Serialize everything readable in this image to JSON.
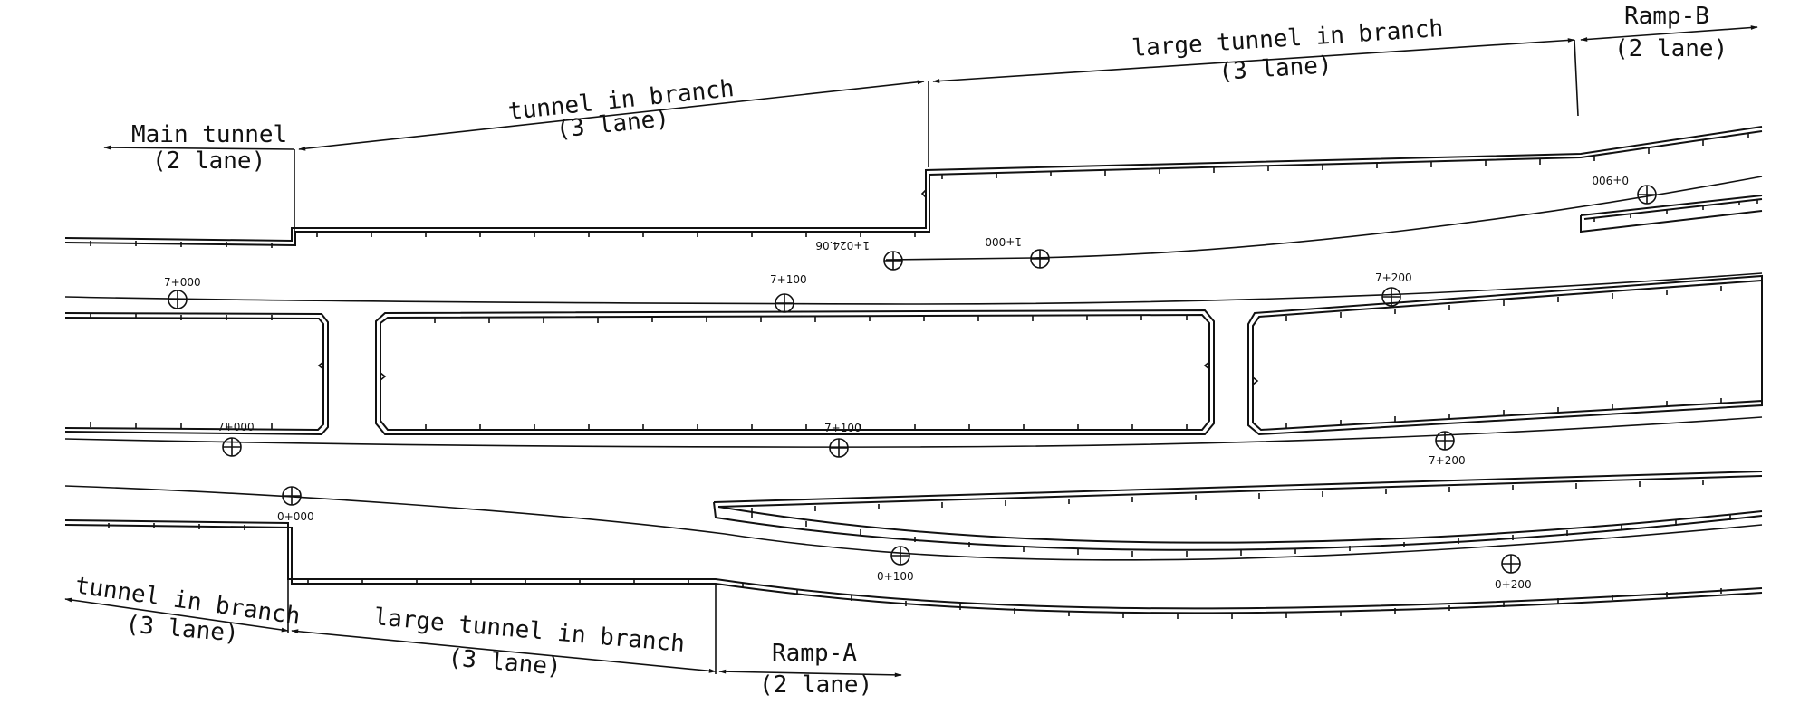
{
  "labels": {
    "main_tunnel": "Main tunnel",
    "main_tunnel_lanes": "(2 lane)",
    "top_branch": "tunnel in branch",
    "top_branch_lanes": "(3 lane)",
    "top_large_branch": "large tunnel in branch",
    "top_large_branch_lanes": "(3 lane)",
    "ramp_b": "Ramp-B",
    "ramp_b_lanes": "(2 lane)",
    "bottom_branch": "tunnel in branch",
    "bottom_branch_lanes": "(3 lane)",
    "bottom_large_branch": "large tunnel in branch",
    "bottom_large_branch_lanes": "(3 lane)",
    "ramp_a": "Ramp-A",
    "ramp_a_lanes": "(2 lane)"
  },
  "chainages": {
    "upper_7000": "7+000",
    "upper_7100": "7+100",
    "upper_7200": "7+200",
    "lower_7000": "7+000",
    "lower_7100": "7+100",
    "lower_7200": "7+200",
    "ramp_a_0000": "0+000",
    "ramp_a_0100": "0+100",
    "ramp_a_0200": "0+200",
    "ramp_b_1000": "1+000",
    "ramp_b_1024": "1+024.06",
    "ramp_b_0900": "0+900"
  }
}
